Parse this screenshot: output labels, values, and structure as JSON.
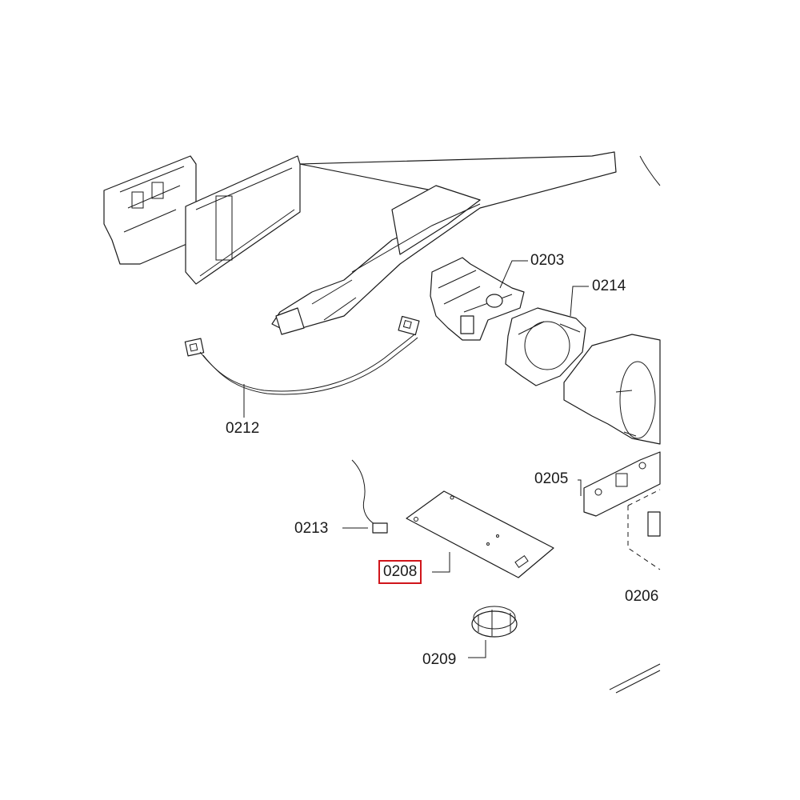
{
  "diagram": {
    "part_labels": {
      "p0203": "0203",
      "p0214": "0214",
      "p0212": "0212",
      "p0205": "0205",
      "p0213": "0213",
      "p0208": "0208",
      "p0206": "0206",
      "p0209": "0209"
    },
    "highlighted_part": "0208",
    "highlight_color": "#d0151b",
    "line_color": "#1a1a1a"
  }
}
